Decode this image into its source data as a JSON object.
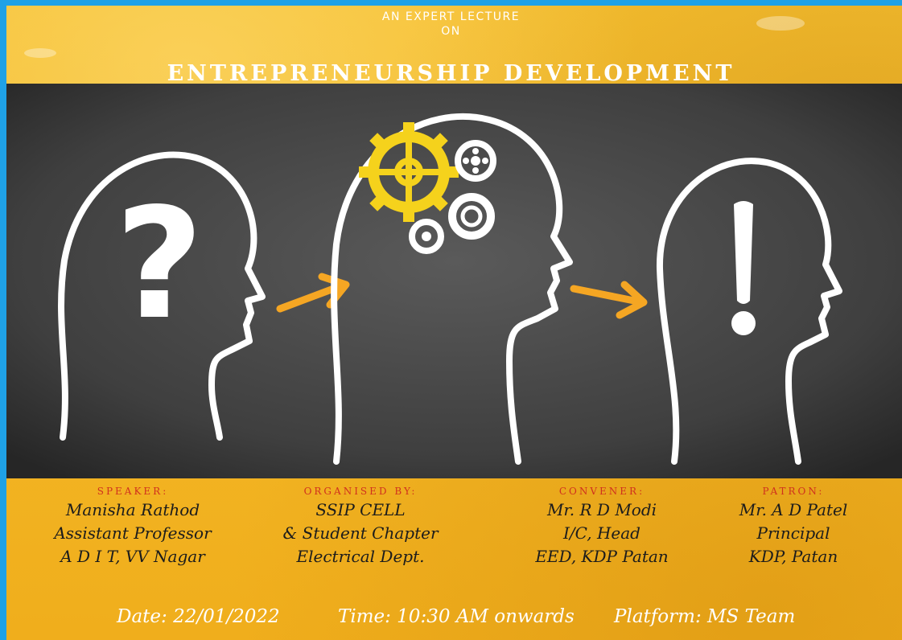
{
  "header": {
    "line1": "AN EXPERT LECTURE",
    "line2": "ON",
    "title": "ENTREPRENEURSHIP DEVELOPMENT"
  },
  "illustration": {
    "heads": [
      {
        "symbol": "?"
      },
      {
        "symbol": "gears"
      },
      {
        "symbol": "!"
      }
    ],
    "colors": {
      "board": "#4a4a4a",
      "chalk": "#ffffff",
      "gear_yellow": "#f5d21c",
      "arrow_orange": "#f5a623"
    }
  },
  "credits": [
    {
      "role": "SPEAKER:",
      "lines": [
        "Manisha Rathod",
        "Assistant Professor",
        "A D I T, VV Nagar"
      ]
    },
    {
      "role": "ORGANISED BY:",
      "lines": [
        "SSIP CELL",
        "& Student Chapter",
        "Electrical Dept."
      ]
    },
    {
      "role": "CONVENER:",
      "lines": [
        "Mr. R D Modi",
        "I/C, Head",
        "EED, KDP Patan"
      ]
    },
    {
      "role": "PATRON:",
      "lines": [
        "Mr. A D Patel",
        "Principal",
        "KDP, Patan"
      ]
    }
  ],
  "footer": {
    "date": "Date: 22/01/2022",
    "time": "Time: 10:30 AM onwards",
    "platform": "Platform: MS Team"
  },
  "colors": {
    "accent_blue": "#1fa1e6",
    "poster_yellow": "#f2b321",
    "role_red": "#d0301e"
  }
}
